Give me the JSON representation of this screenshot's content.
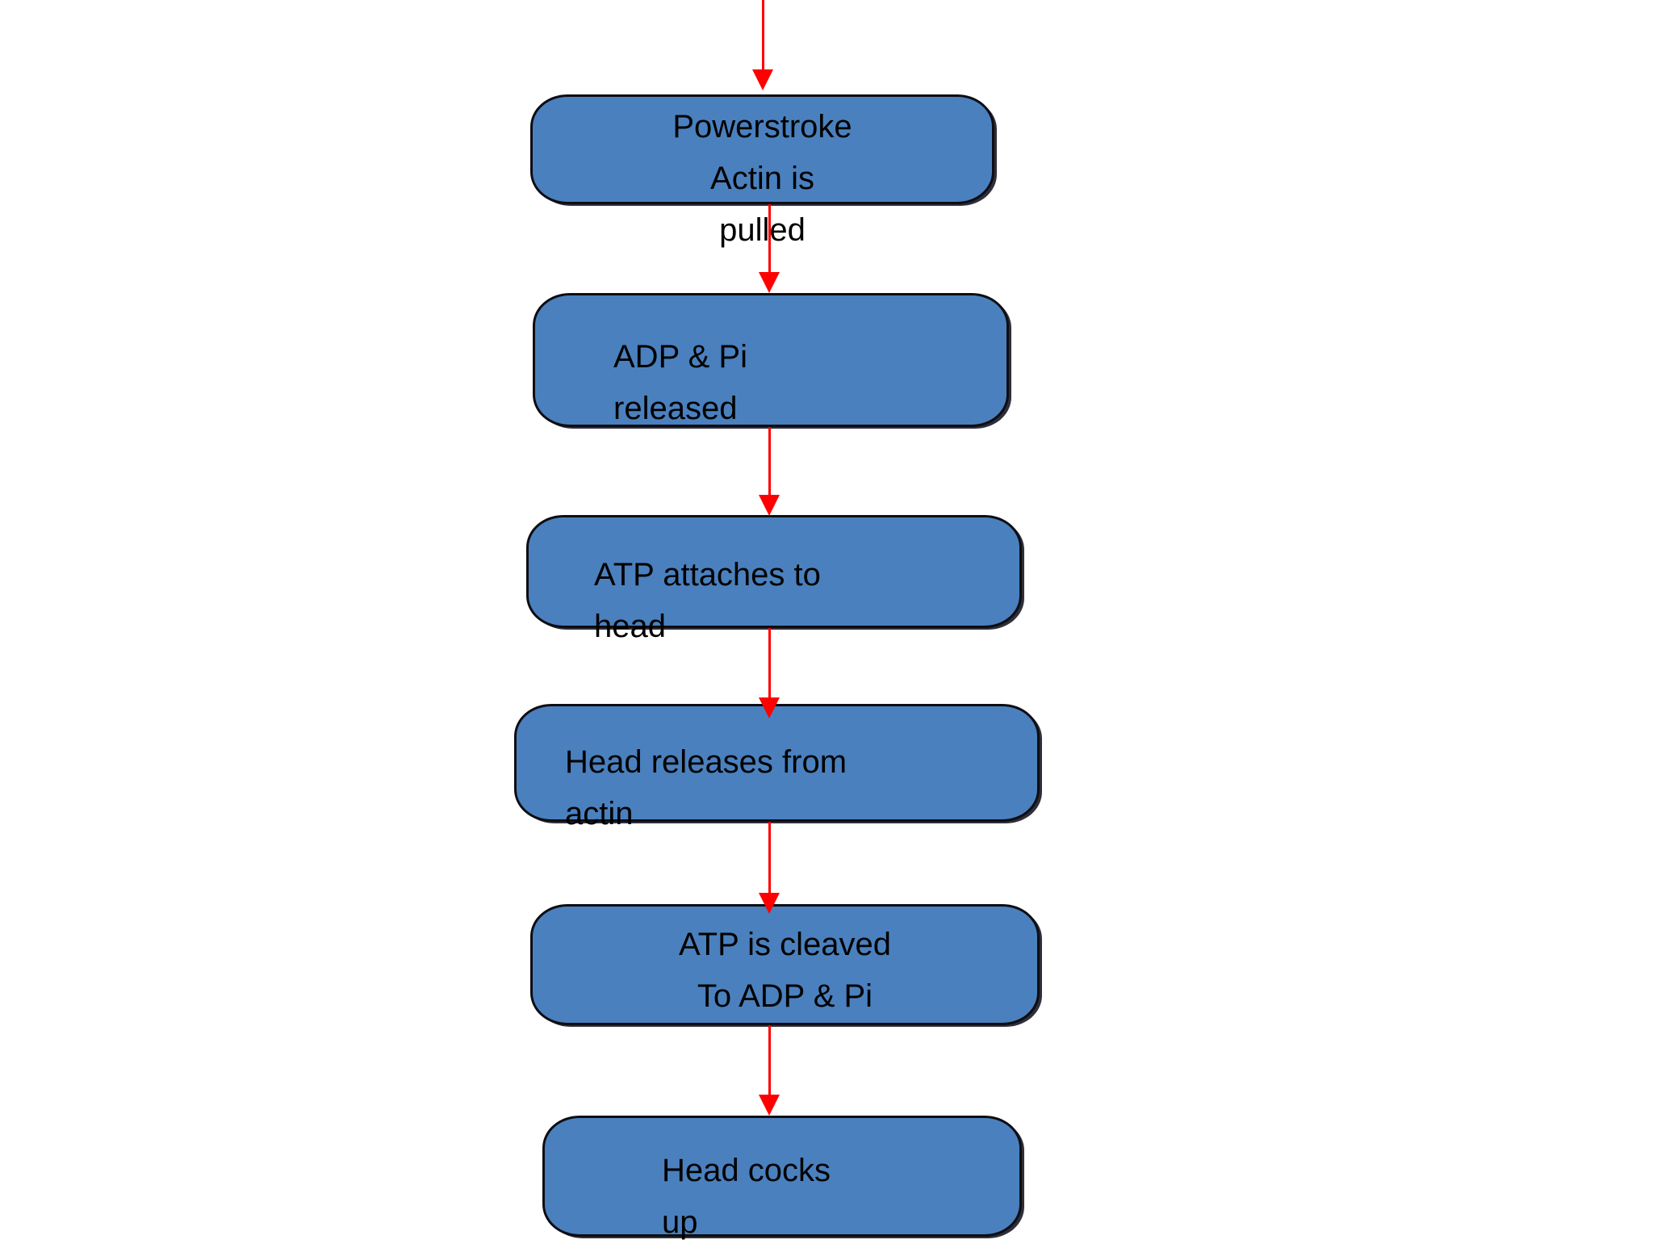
{
  "diagram": {
    "title": "Cross-bridge cycle flowchart",
    "type": "vertical-flowchart",
    "background_color": "#ffffff",
    "node_fill_color": "#4a80be",
    "node_border_color": "#0d0d12",
    "arrow_color": "#fe0000",
    "text_color": "#000000",
    "nodes": [
      {
        "id": "powerstroke",
        "label": "Powerstroke\nActin is\npulled",
        "lines": [
          "Powerstroke",
          "Actin is",
          "pulled"
        ],
        "order": 1
      },
      {
        "id": "adp-pi-released",
        "label": "ADP &  Pi\nreleased",
        "lines": [
          "ADP &  Pi",
          "released"
        ],
        "order": 2
      },
      {
        "id": "atp-attaches",
        "label": "ATP attaches to\nhead",
        "lines": [
          "ATP attaches to",
          "head"
        ],
        "order": 3
      },
      {
        "id": "head-releases",
        "label": "Head releases from\nactin",
        "lines": [
          "Head releases from",
          "actin"
        ],
        "order": 4
      },
      {
        "id": "atp-cleaved",
        "label": "ATP is cleaved\nTo ADP &  Pi",
        "lines": [
          "ATP is cleaved",
          "To ADP &  Pi"
        ],
        "order": 5
      },
      {
        "id": "head-cocks",
        "label": "Head cocks\nup",
        "lines": [
          "Head cocks",
          "up"
        ],
        "order": 6
      }
    ],
    "connectors": [
      {
        "id": "arrow-into-powerstroke",
        "from": "(off-screen above)",
        "to": "powerstroke"
      },
      {
        "id": "arrow-powerstroke-to-adp",
        "from": "powerstroke",
        "to": "adp-pi-released"
      },
      {
        "id": "arrow-adp-to-atp-attaches",
        "from": "adp-pi-released",
        "to": "atp-attaches"
      },
      {
        "id": "arrow-atp-attaches-to-head-releases",
        "from": "atp-attaches",
        "to": "head-releases"
      },
      {
        "id": "arrow-head-releases-to-atp-cleaved",
        "from": "head-releases",
        "to": "atp-cleaved"
      },
      {
        "id": "arrow-atp-cleaved-to-head-cocks",
        "from": "atp-cleaved",
        "to": "head-cocks"
      }
    ]
  }
}
